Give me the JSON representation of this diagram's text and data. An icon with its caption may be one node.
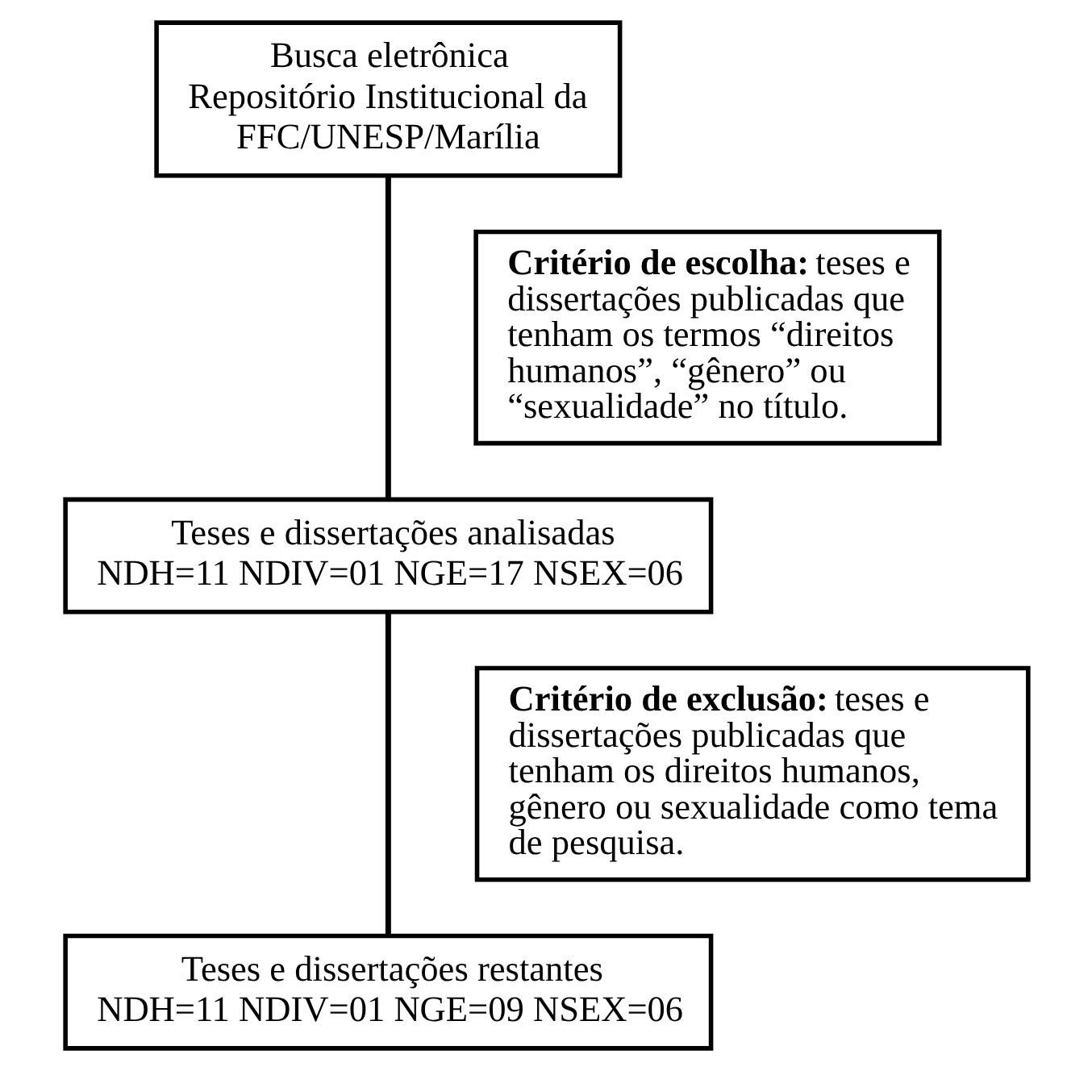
{
  "diagram": {
    "nodes": [
      {
        "text": [
          "Busca eletrônica",
          "Repositório Institucional da FFC/UNESP/Marília"
        ]
      },
      {
        "text": [
          "**Critério de escolha:** teses e dissertações publicadas que tenham os termos “direitos humanos”, “gênero” ou “sexualidade” no título."
        ]
      },
      {
        "text": [
          "Teses e dissertações analisadas",
          "NDH=11 NDIV=01 NGE=17 NSEX=06"
        ]
      },
      {
        "text": [
          "**Critério de exclusão:** teses e dissertações publicadas que tenham os direitos humanos, gênero ou sexualidade como tema de pesquisa."
        ]
      },
      {
        "text": [
          "Teses e dissertações restantes",
          "NDH=11 NDIV=01 NGE=09 NSEX=06"
        ]
      }
    ],
    "edges": [
      {
        "from": 0,
        "to": 2,
        "arrow": "none"
      },
      {
        "from": 2,
        "to": 4,
        "arrow": "none"
      }
    ]
  }
}
